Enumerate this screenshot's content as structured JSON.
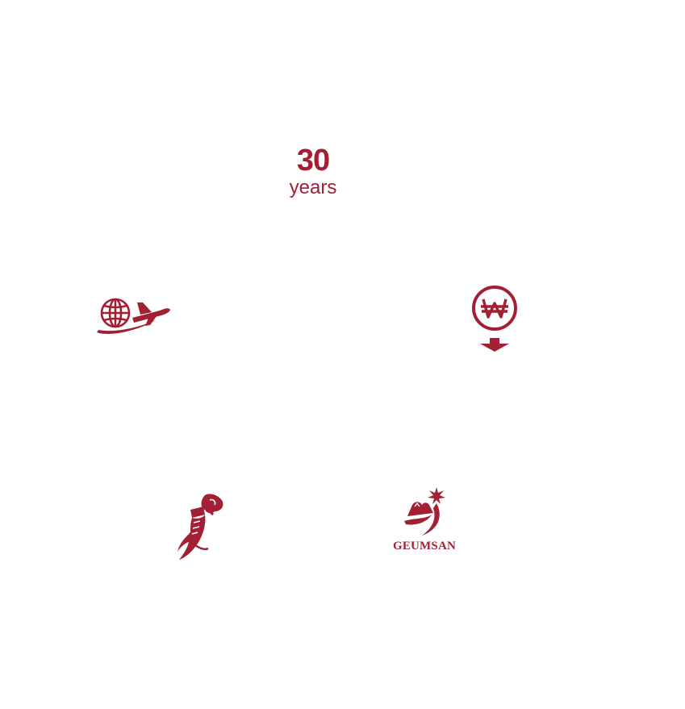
{
  "colors": {
    "accent": "#a31f34"
  },
  "badge": {
    "number": "30",
    "unit": "years"
  },
  "icons": {
    "top_left": "globe-plane-icon",
    "top_right": "won-location-pin-icon",
    "bottom_left": "ginseng-icon",
    "bottom_right": "geumsan-logo"
  },
  "logo": {
    "brand": "GEUMSAN"
  }
}
